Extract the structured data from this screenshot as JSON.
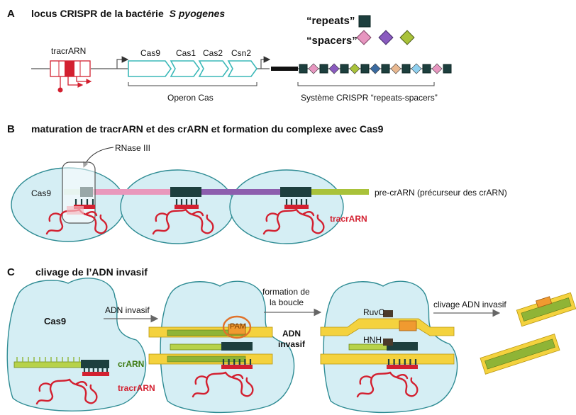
{
  "panel_a": {
    "letter": "A",
    "title": "locus CRISPR de la bactérie",
    "title_species": "S pyogenes",
    "legend_repeats": "“repeats”",
    "legend_spacers": "“spacers”",
    "gene_tracr": "tracrARN",
    "genes": [
      "Cas9",
      "Cas1",
      "Cas2",
      "Csn2"
    ],
    "operon_label": "Operon Cas",
    "system_label": "Système CRISPR “repeats-spacers”",
    "spacer_colors": [
      "#e796c0",
      "#8a5bbf",
      "#a9c23a",
      "#3a6aa0",
      "#e9b890",
      "#8fd0ef"
    ],
    "repeat_color": "#1d3f3e"
  },
  "panel_b": {
    "letter": "B",
    "title": "maturation de tracrARN et des crARN et formation du complexe avec Cas9",
    "rnase": "RNase III",
    "cas9": "Cas9",
    "pre_crarn": "pre-crARN (précurseur des crARN)",
    "tracrarn": "tracrARN"
  },
  "panel_c": {
    "letter": "C",
    "title": "clivage de l’ADN invasif",
    "cas9": "Cas9",
    "adn_invasif_arrow": "ADN invasif",
    "crarn": "crARN",
    "tracrarn": "tracrARN",
    "pam": "PAM",
    "formation_line1": "formation de",
    "formation_line2": "la boucle",
    "adn_line1": "ADN",
    "adn_line2": "invasif",
    "ruvc": "RuvC",
    "hnh": "HNH",
    "clivage": "clivage ADN invasif"
  }
}
